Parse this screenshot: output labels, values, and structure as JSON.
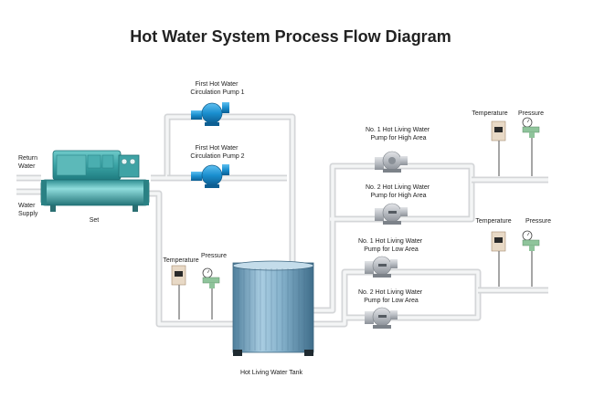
{
  "title": "Hot Water System Process Flow Diagram",
  "labels": {
    "return_water": [
      "Return",
      "Water"
    ],
    "water_supply": [
      "Water",
      "Supply"
    ],
    "set": "Set",
    "circ_pump_1": [
      "First Hot Water",
      "Circulation Pump 1"
    ],
    "circ_pump_2": [
      "First Hot Water",
      "Circulation Pump 2"
    ],
    "high_pump_1": [
      "No. 1 Hot Living Water",
      "Pump for High Area"
    ],
    "high_pump_2": [
      "No. 2 Hot Living Water",
      "Pump for High Area"
    ],
    "low_pump_1": [
      "No. 1 Hot Living Water",
      "Pump for Low Area"
    ],
    "low_pump_2": [
      "No. 2 Hot Living Water",
      "Pump for Low Area"
    ],
    "temperature": "Temperature",
    "pressure": "Pressure",
    "tank": "Hot Living Water Tank"
  },
  "colors": {
    "pipe": "#d4d6d8",
    "pump_blue": "#1a8fcf",
    "chiller_teal": "#3fa8a8",
    "tank_blue": "#7aa9c6"
  }
}
